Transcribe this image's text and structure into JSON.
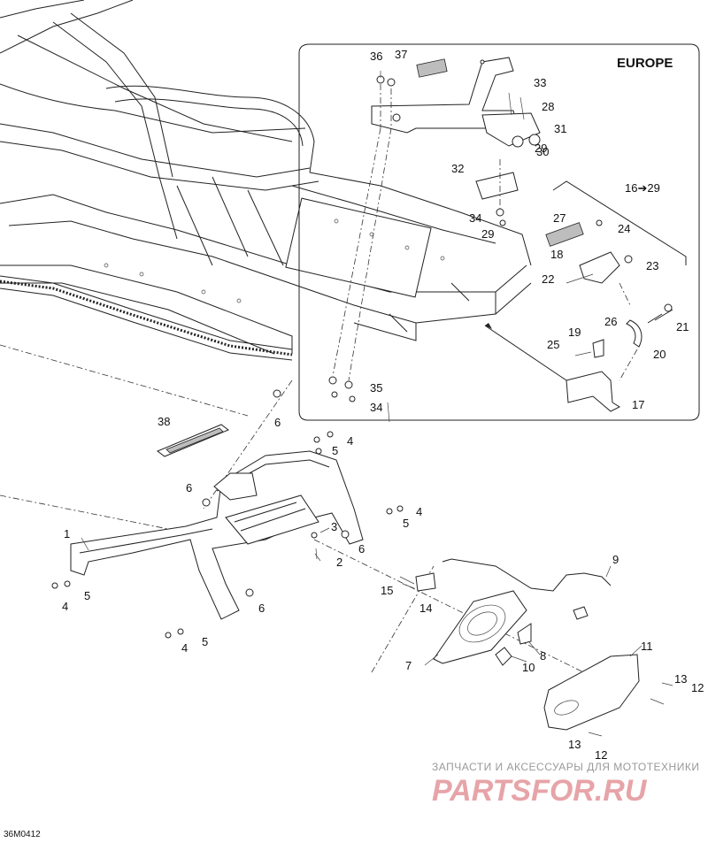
{
  "diagram": {
    "region_label": "EUROPE",
    "drawing_code": "36M0412",
    "watermark": {
      "tagline": "ЗАПЧАСТИ И АКСЕССУАРЫ ДЛЯ МОТОТЕХНИКИ",
      "logo_text": "PARTSFOR.RU"
    },
    "callouts": [
      {
        "id": "c1",
        "text": "1"
      },
      {
        "id": "c2",
        "text": "2"
      },
      {
        "id": "c3",
        "text": "3"
      },
      {
        "id": "c4a",
        "text": "4"
      },
      {
        "id": "c4b",
        "text": "4"
      },
      {
        "id": "c4c",
        "text": "4"
      },
      {
        "id": "c4d",
        "text": "4"
      },
      {
        "id": "c5a",
        "text": "5"
      },
      {
        "id": "c5b",
        "text": "5"
      },
      {
        "id": "c5c",
        "text": "5"
      },
      {
        "id": "c5d",
        "text": "5"
      },
      {
        "id": "c6a",
        "text": "6"
      },
      {
        "id": "c6b",
        "text": "6"
      },
      {
        "id": "c6c",
        "text": "6"
      },
      {
        "id": "c6d",
        "text": "6"
      },
      {
        "id": "c7",
        "text": "7"
      },
      {
        "id": "c8",
        "text": "8"
      },
      {
        "id": "c9",
        "text": "9"
      },
      {
        "id": "c10",
        "text": "10"
      },
      {
        "id": "c11",
        "text": "11"
      },
      {
        "id": "c12a",
        "text": "12"
      },
      {
        "id": "c12b",
        "text": "12"
      },
      {
        "id": "c13a",
        "text": "13"
      },
      {
        "id": "c13b",
        "text": "13"
      },
      {
        "id": "c14",
        "text": "14"
      },
      {
        "id": "c15",
        "text": "15"
      },
      {
        "id": "c16",
        "text": "16➔29"
      },
      {
        "id": "c17",
        "text": "17"
      },
      {
        "id": "c18",
        "text": "18"
      },
      {
        "id": "c19",
        "text": "19"
      },
      {
        "id": "c20",
        "text": "20"
      },
      {
        "id": "c21",
        "text": "21"
      },
      {
        "id": "c22",
        "text": "22"
      },
      {
        "id": "c23",
        "text": "23"
      },
      {
        "id": "c24",
        "text": "24"
      },
      {
        "id": "c25",
        "text": "25"
      },
      {
        "id": "c26",
        "text": "26"
      },
      {
        "id": "c27",
        "text": "27"
      },
      {
        "id": "c28",
        "text": "28"
      },
      {
        "id": "c29a",
        "text": "29"
      },
      {
        "id": "c29b",
        "text": "29"
      },
      {
        "id": "c30",
        "text": "30"
      },
      {
        "id": "c31",
        "text": "31"
      },
      {
        "id": "c32",
        "text": "32"
      },
      {
        "id": "c33",
        "text": "33"
      },
      {
        "id": "c34a",
        "text": "34"
      },
      {
        "id": "c34b",
        "text": "34"
      },
      {
        "id": "c35",
        "text": "35"
      },
      {
        "id": "c36",
        "text": "36"
      },
      {
        "id": "c37",
        "text": "37"
      },
      {
        "id": "c38",
        "text": "38"
      }
    ]
  }
}
